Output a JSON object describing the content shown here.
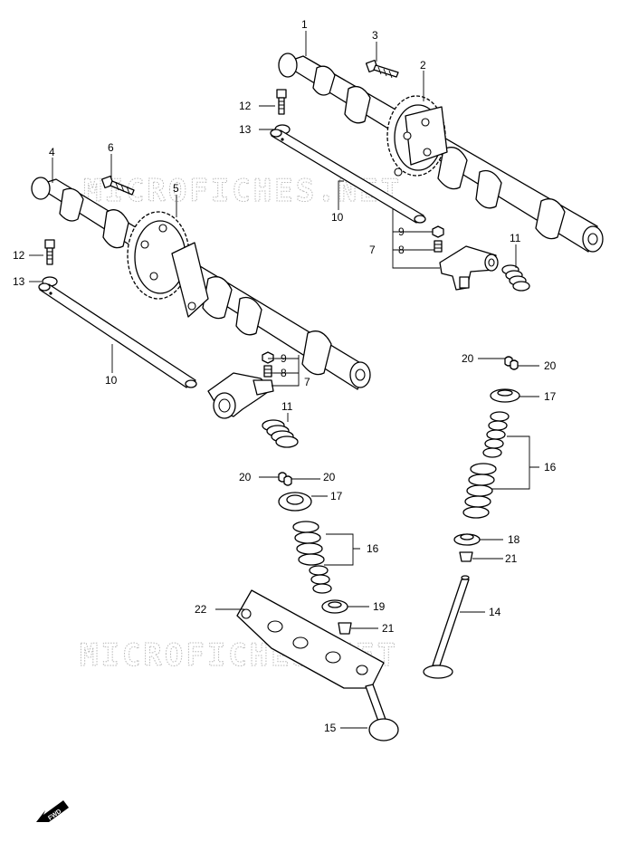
{
  "watermark": "MICROFICHES.NET",
  "fwd_label": "FWD",
  "callouts": {
    "c1": "1",
    "c2": "2",
    "c3": "3",
    "c4": "4",
    "c5": "5",
    "c6": "6",
    "c7a": "7",
    "c7b": "7",
    "c8a": "8",
    "c8b": "8",
    "c9a": "9",
    "c9b": "9",
    "c10a": "10",
    "c10b": "10",
    "c11a": "11",
    "c11b": "11",
    "c12a": "12",
    "c12b": "12",
    "c13a": "13",
    "c13b": "13",
    "c14": "14",
    "c15": "15",
    "c16a": "16",
    "c16b": "16",
    "c17a": "17",
    "c17b": "17",
    "c18": "18",
    "c19": "19",
    "c20a": "20",
    "c20b": "20",
    "c20c": "20",
    "c20d": "20",
    "c21a": "21",
    "c21b": "21",
    "c22": "22"
  }
}
